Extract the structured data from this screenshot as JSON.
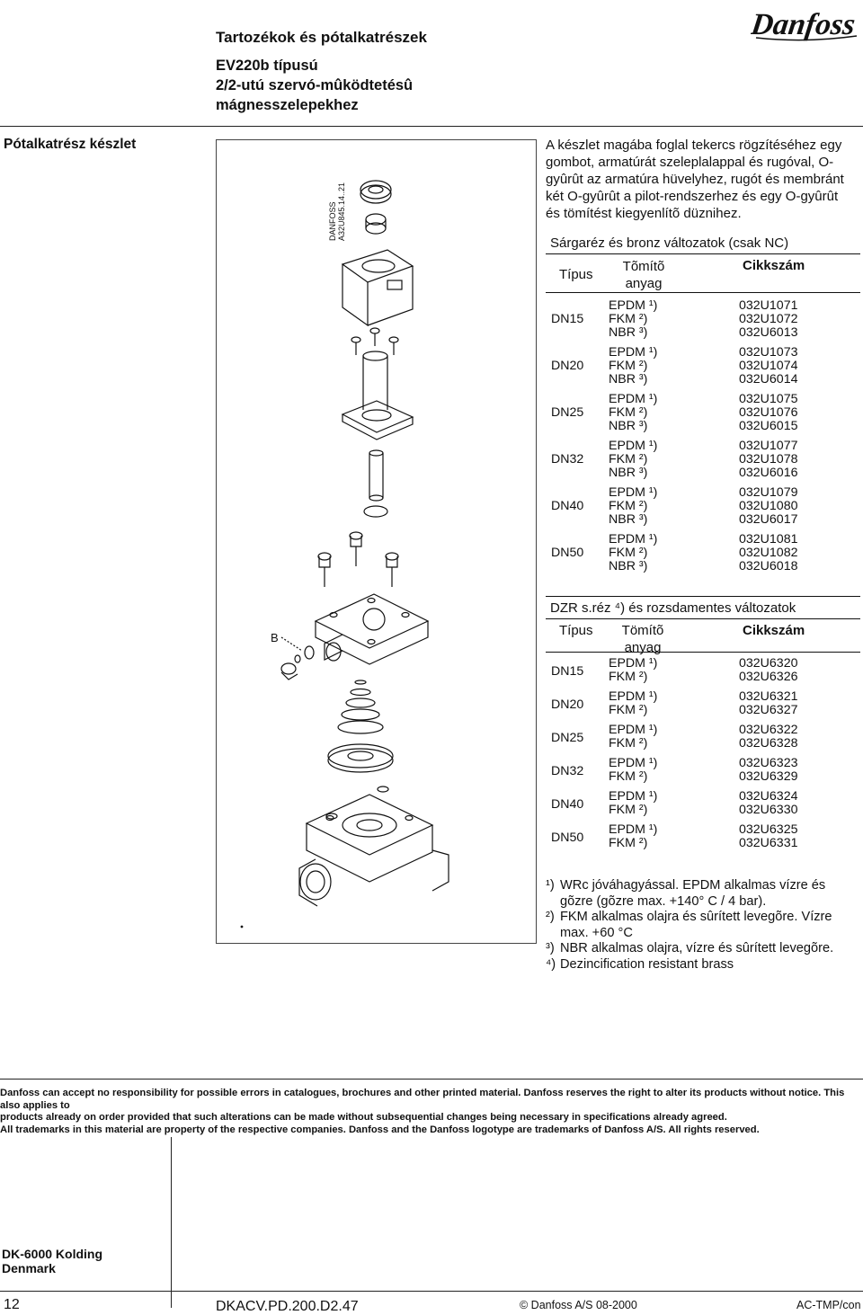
{
  "header": {
    "title": "Tartozékok és pótalkatrészek",
    "subtitle_lines": [
      "EV220b típusú",
      "2/2-utú szervó-mûködtetésû",
      "mágnesszelepekhez"
    ],
    "logo_text": "Danfoss"
  },
  "sidebar": {
    "title": "Pótalkatrész készlet"
  },
  "diagram": {
    "stamp_line1": "DANFOSS",
    "stamp_line2": "A32U845.14..21",
    "label_b": "B"
  },
  "intro": {
    "lines": [
      "A készlet magába foglal tekercs rögzítéséhez egy",
      "gombot, armatúrát szeleplalappal és rugóval, O-",
      "gyûrût az armatúra hüvelyhez, rugót és membránt",
      "két O-gyûrût a pilot-rendszerhez és egy O-gyûrût",
      "és tömítést kiegyenlítõ düznihez."
    ]
  },
  "table1": {
    "title": "Sárgaréz és bronz változatok (csak NC)",
    "col_type": "Típus",
    "col_seal_1": "Tõmítõ",
    "col_seal_2": "anyag",
    "col_code": "Cikkszám",
    "rows": [
      {
        "type": "DN15",
        "seals": [
          "EPDM ¹)",
          "FKM ²)",
          "NBR ³)"
        ],
        "codes": [
          "032U1071",
          "032U1072",
          "032U6013"
        ]
      },
      {
        "type": "DN20",
        "seals": [
          "EPDM ¹)",
          "FKM ²)",
          "NBR ³)"
        ],
        "codes": [
          "032U1073",
          "032U1074",
          "032U6014"
        ]
      },
      {
        "type": "DN25",
        "seals": [
          "EPDM ¹)",
          "FKM ²)",
          "NBR ³)"
        ],
        "codes": [
          "032U1075",
          "032U1076",
          "032U6015"
        ]
      },
      {
        "type": "DN32",
        "seals": [
          "EPDM ¹)",
          "FKM ²)",
          "NBR ³)"
        ],
        "codes": [
          "032U1077",
          "032U1078",
          "032U6016"
        ]
      },
      {
        "type": "DN40",
        "seals": [
          "EPDM ¹)",
          "FKM ²)",
          "NBR ³)"
        ],
        "codes": [
          "032U1079",
          "032U1080",
          "032U6017"
        ]
      },
      {
        "type": "DN50",
        "seals": [
          "EPDM ¹)",
          "FKM ²)",
          "NBR ³)"
        ],
        "codes": [
          "032U1081",
          "032U1082",
          "032U6018"
        ]
      }
    ]
  },
  "table2": {
    "title": "DZR s.réz ⁴) és rozsdamentes változatok",
    "col_type": "Típus",
    "col_seal_1": "Tömítõ",
    "col_seal_2": "anyag",
    "col_code": "Cikkszám",
    "rows": [
      {
        "type": "DN15",
        "seals": [
          "EPDM ¹)",
          "FKM ²)"
        ],
        "codes": [
          "032U6320",
          "032U6326"
        ]
      },
      {
        "type": "DN20",
        "seals": [
          "EPDM ¹)",
          "FKM ²)"
        ],
        "codes": [
          "032U6321",
          "032U6327"
        ]
      },
      {
        "type": "DN25",
        "seals": [
          "EPDM ¹)",
          "FKM ²)"
        ],
        "codes": [
          "032U6322",
          "032U6328"
        ]
      },
      {
        "type": "DN32",
        "seals": [
          "EPDM ¹)",
          "FKM ²)"
        ],
        "codes": [
          "032U6323",
          "032U6329"
        ]
      },
      {
        "type": "DN40",
        "seals": [
          "EPDM ¹)",
          "FKM ²)"
        ],
        "codes": [
          "032U6324",
          "032U6330"
        ]
      },
      {
        "type": "DN50",
        "seals": [
          "EPDM ¹)",
          "FKM ²)"
        ],
        "codes": [
          "032U6325",
          "032U6331"
        ]
      }
    ]
  },
  "footnotes": [
    {
      "mark": "¹)",
      "lines": [
        "WRc jóváhagyással. EPDM alkalmas vízre és",
        "gõzre (gõzre max. +140° C / 4 bar)."
      ]
    },
    {
      "mark": "²)",
      "lines": [
        "FKM alkalmas olajra és sûrített levegõre. Vízre",
        "max. +60 °C"
      ]
    },
    {
      "mark": "³)",
      "lines": [
        "NBR alkalmas olajra, vízre és sûrített levegõre."
      ]
    },
    {
      "mark": "⁴)",
      "lines": [
        "Dezincification resistant brass"
      ]
    }
  ],
  "disclaimer": [
    "Danfoss can accept no responsibility for possible errors in catalogues, brochures and other printed material. Danfoss reserves the right to alter its products without notice. This also applies to",
    "products already on order provided that such alterations can be made without subsequential changes being necessary in specifications already agreed.",
    "All trademarks in this material are property of the respective companies. Danfoss and the Danfoss logotype are trademarks of Danfoss A/S. All rights reserved."
  ],
  "address": {
    "line1": "DK-6000 Kolding",
    "line2": "Denmark"
  },
  "footer": {
    "page_number": "12",
    "doc_code": "DKACV.PD.200.D2.47",
    "copyright": "© Danfoss A/S 08-2000",
    "ref": "AC-TMP/con"
  }
}
